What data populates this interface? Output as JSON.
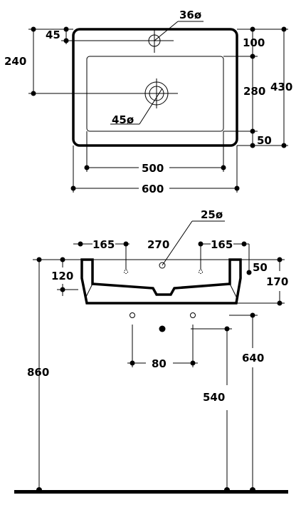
{
  "top_view": {
    "tap_hole": "36ø",
    "tap_offset": "45",
    "tap_distance": "240",
    "outer_top": "100",
    "inner_depth": "280",
    "overall_depth": "430",
    "bottom_margin": "50",
    "drain": "45ø",
    "inner_width": "500",
    "overall_width": "600"
  },
  "front_view": {
    "left_span": "165",
    "center_span": "270",
    "right_span": "165",
    "drain_small": "25ø",
    "top_offset": "50",
    "bowl_depth": "120",
    "height": "170",
    "mount_height": "860",
    "waste_spacing": "80",
    "waste_height": "540",
    "supply_height": "640"
  }
}
